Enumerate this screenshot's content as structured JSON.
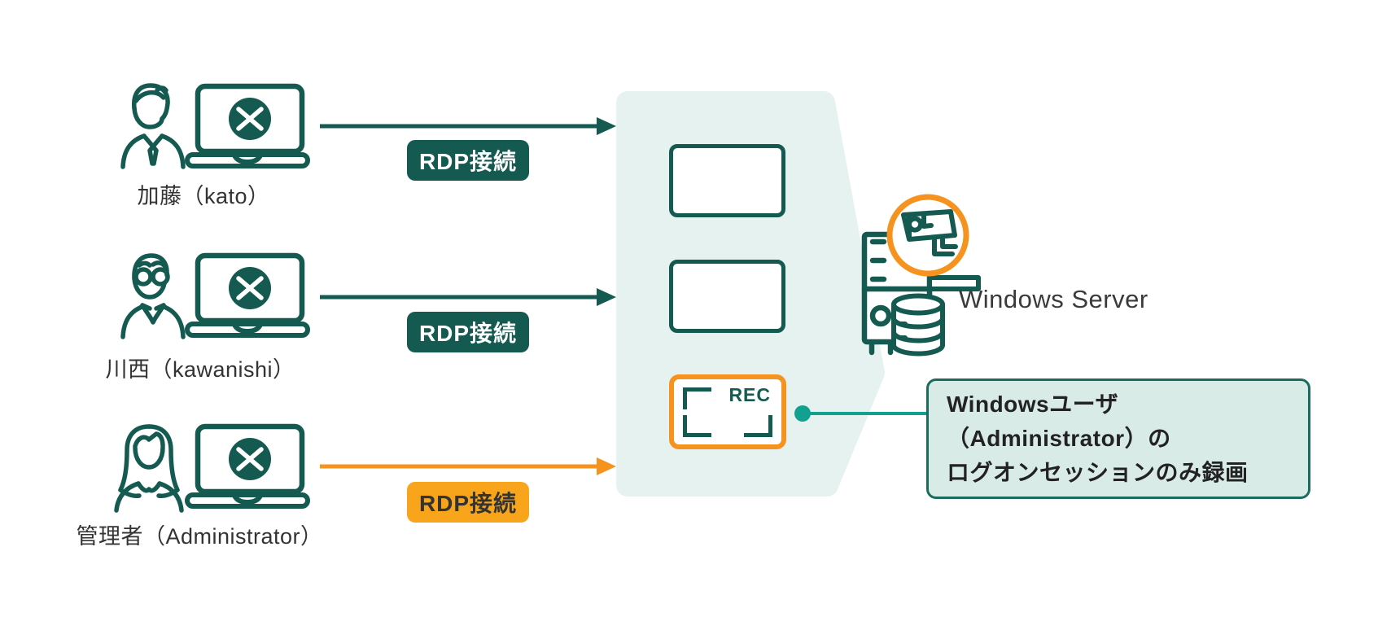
{
  "diagram_title": "RDP session recording diagram",
  "colors": {
    "dark_teal": "#145A50",
    "bright_teal": "#12A18E",
    "orange": "#F6921E",
    "badge_orange": "#F9A51B",
    "sessions_area_bg": "#E6F2F0",
    "callout_bg": "#D8EBE7",
    "callout_border": "#1B6B5F",
    "text_dark": "#333333"
  },
  "users": [
    {
      "name": "加藤（kato）",
      "icon": "male-user-icon",
      "connection": {
        "label": "RDP接続",
        "style": "teal"
      }
    },
    {
      "name": "川西（kawanishi）",
      "icon": "glasses-user-icon",
      "connection": {
        "label": "RDP接続",
        "style": "teal"
      }
    },
    {
      "name": "管理者（Administrator）",
      "icon": "female-user-icon",
      "connection": {
        "label": "RDP接続",
        "style": "orange"
      }
    }
  ],
  "sessions": {
    "rec_label": "REC"
  },
  "server": {
    "label": "Windows Server",
    "icons": [
      "server-tower-icon",
      "database-icon",
      "cctv-camera-icon"
    ]
  },
  "callout": {
    "line1": "Windowsユーザ（Administrator）の",
    "line2": "ログオンセッションのみ録画"
  }
}
